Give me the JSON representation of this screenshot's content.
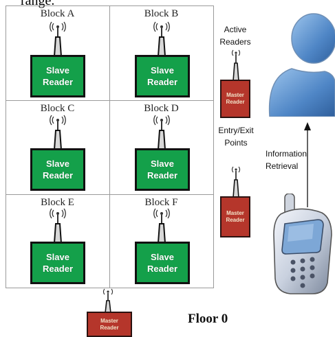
{
  "top_cut_text": "range.",
  "blocks": [
    {
      "label": "Block A",
      "reader": [
        "Slave",
        "Reader"
      ]
    },
    {
      "label": "Block B",
      "reader": [
        "Slave",
        "Reader"
      ]
    },
    {
      "label": "Block C",
      "reader": [
        "Slave",
        "Reader"
      ]
    },
    {
      "label": "Block D",
      "reader": [
        "Slave",
        "Reader"
      ]
    },
    {
      "label": "Block E",
      "reader": [
        "Slave",
        "Reader"
      ]
    },
    {
      "label": "Block F",
      "reader": [
        "Slave",
        "Reader"
      ]
    }
  ],
  "master_reader": [
    "Master",
    "Reader"
  ],
  "active_readers": [
    "Active",
    "Readers"
  ],
  "entry_exit": [
    "Entry/Exit",
    "Points"
  ],
  "information_retrieval": [
    "Information",
    "Retrieval"
  ],
  "floor_label": "Floor 0",
  "colors": {
    "slave_reader": "#14a04a",
    "master_reader": "#b5362b",
    "person": "#4f86c6",
    "grid_line": "#9a9a9a"
  },
  "icons": [
    "antenna-icon",
    "person-icon",
    "mobile-phone-icon",
    "arrow-up-icon"
  ]
}
